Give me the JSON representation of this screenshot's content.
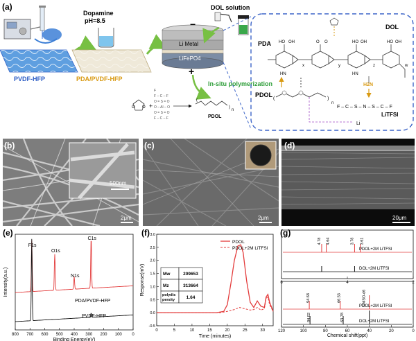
{
  "panels": {
    "a": "(a)",
    "b": "(b)",
    "c": "(c)",
    "d": "(d)",
    "e": "(e)",
    "f": "(f)",
    "g": "(g)"
  },
  "schematic": {
    "dopamine_line1": "Dopamine",
    "dopamine_line2": "pH=8.5",
    "dol_solution": "DOL solution",
    "li_metal": "Li Metal",
    "lifepo4": "LiFePO4",
    "minus": "−",
    "plus": "+",
    "pvdf_hfp": "PVDF-HFP",
    "pda_pvdf_hfp": "PDA/PVDF-HFP",
    "in_situ": "In-situ polymerization",
    "pdol": "PDOL",
    "n": "n",
    "colors": {
      "blue_label": "#2c5cc5",
      "orange_label": "#d99a12",
      "green_label": "#2f9e3a",
      "dashed_box": "#3b64c8",
      "arrow_green": "#77c043"
    }
  },
  "chem": {
    "dol": "DOL",
    "pda": "PDA",
    "pdol": "PDOL",
    "litfsi": "LiTFSI",
    "x": "x",
    "y": "y",
    "z": "z",
    "w": "w",
    "n": "n",
    "li": "Li",
    "h2n": "H2N",
    "hn": "HN",
    "oh": "OH",
    "ho": "HO",
    "o": "O",
    "f3c": "F – C – S – N – S – C – F"
  },
  "sem": {
    "b_inset_scale": "500nm",
    "b_scale": "2μm",
    "c_scale": "2μm",
    "d_scale": "20μm"
  },
  "chart_data": [
    {
      "panel": "e",
      "type": "line",
      "xlabel": "Binding Energy(eV)",
      "ylabel": "Intensity(a.u.)",
      "xlim": [
        800,
        0
      ],
      "x_ticks": [
        800,
        700,
        600,
        500,
        400,
        300,
        200,
        100,
        0
      ],
      "annotations": [
        "F1s",
        "O1s",
        "N1s",
        "C1s"
      ],
      "series": [
        {
          "name": "PDA/PVDF-HFP",
          "color": "#e33b3b",
          "peaks": [
            {
              "x": 688,
              "label": "F1s"
            },
            {
              "x": 532,
              "label": "O1s"
            },
            {
              "x": 400,
              "label": "N1s"
            },
            {
              "x": 285,
              "label": "C1s"
            }
          ]
        },
        {
          "name": "PVDF-HFP",
          "color": "#111111",
          "peaks": [
            {
              "x": 688,
              "label": "F1s"
            },
            {
              "x": 285,
              "label": "C1s"
            }
          ]
        }
      ]
    },
    {
      "panel": "f",
      "type": "line",
      "xlabel": "Time (minutes)",
      "ylabel": "Response(mV)",
      "xlim": [
        0,
        33
      ],
      "ylim": [
        -0.5,
        3.0
      ],
      "x_ticks": [
        0,
        5,
        10,
        15,
        20,
        25,
        30
      ],
      "y_ticks": [
        -0.5,
        0.0,
        0.5,
        1.0,
        1.5,
        2.0,
        2.5,
        3.0
      ],
      "series": [
        {
          "name": "PDOL",
          "style": "solid",
          "points": [
            [
              0,
              0
            ],
            [
              17,
              0
            ],
            [
              19,
              0.05
            ],
            [
              20,
              0.3
            ],
            [
              21,
              1.1
            ],
            [
              22,
              2.0
            ],
            [
              23,
              2.55
            ],
            [
              23.8,
              2.6
            ],
            [
              24.5,
              2.3
            ],
            [
              25.5,
              1.2
            ],
            [
              26.5,
              0.4
            ],
            [
              27.5,
              0.2
            ],
            [
              28.5,
              0.45
            ],
            [
              29.5,
              0.25
            ],
            [
              30.5,
              0.2
            ],
            [
              31,
              0.6
            ],
            [
              31.5,
              0.7
            ],
            [
              32,
              0.4
            ],
            [
              33,
              0.05
            ]
          ]
        },
        {
          "name": "PDOL+2M LiTFSI",
          "style": "dashed",
          "points": [
            [
              0,
              0
            ],
            [
              18,
              0
            ],
            [
              20,
              0.05
            ],
            [
              22,
              0.12
            ],
            [
              23.5,
              0.2
            ],
            [
              25,
              0.15
            ],
            [
              26.5,
              0.1
            ],
            [
              27.5,
              0.12
            ],
            [
              28.5,
              0.2
            ],
            [
              29.5,
              0.1
            ],
            [
              30.5,
              0.15
            ],
            [
              31,
              0.55
            ],
            [
              31.5,
              0.6
            ],
            [
              32,
              0.3
            ],
            [
              33,
              0.05
            ]
          ]
        }
      ],
      "table": [
        {
          "key": "Mw",
          "value": "209653"
        },
        {
          "key": "Mz",
          "value": "313664"
        },
        {
          "key": "polydispersity",
          "key_lines": [
            "polydis",
            "persity"
          ],
          "value": "1.64"
        }
      ]
    },
    {
      "panel": "g",
      "type": "line",
      "xlabel": "Chemical shift(ppt)",
      "subplots": [
        {
          "position": "top",
          "xlim": [
            6,
            2
          ],
          "x_ticks": [
            6,
            4,
            2
          ],
          "series": [
            {
              "name": "PDOL+2M LiTFSI",
              "color": "#e33b3b",
              "peaks": [
                4.78,
                4.64,
                3.78,
                3.61
              ]
            },
            {
              "name": "DOL+2M LiTFSI",
              "color": "#111111",
              "peaks": [
                4.78,
                3.78
              ]
            }
          ],
          "peak_labels": [
            "4.78",
            "4.64",
            "3.78",
            "3.61"
          ]
        },
        {
          "position": "bottom",
          "xlim": [
            120,
            0
          ],
          "x_ticks": [
            120,
            100,
            80,
            60,
            40,
            20,
            0
          ],
          "series": [
            {
              "name": "PDOL+2M LiTFSI",
              "color": "#e33b3b",
              "peaks": [
                94.68,
                66.53,
                40
              ]
            },
            {
              "name": "DOL+2M LiTFSI",
              "color": "#111111",
              "peaks": [
                94.02,
                63.78,
                40
              ]
            }
          ],
          "peak_labels": [
            "94.68",
            "66.53",
            "DMSO-d6",
            "94.02",
            "63.78"
          ]
        }
      ]
    }
  ]
}
